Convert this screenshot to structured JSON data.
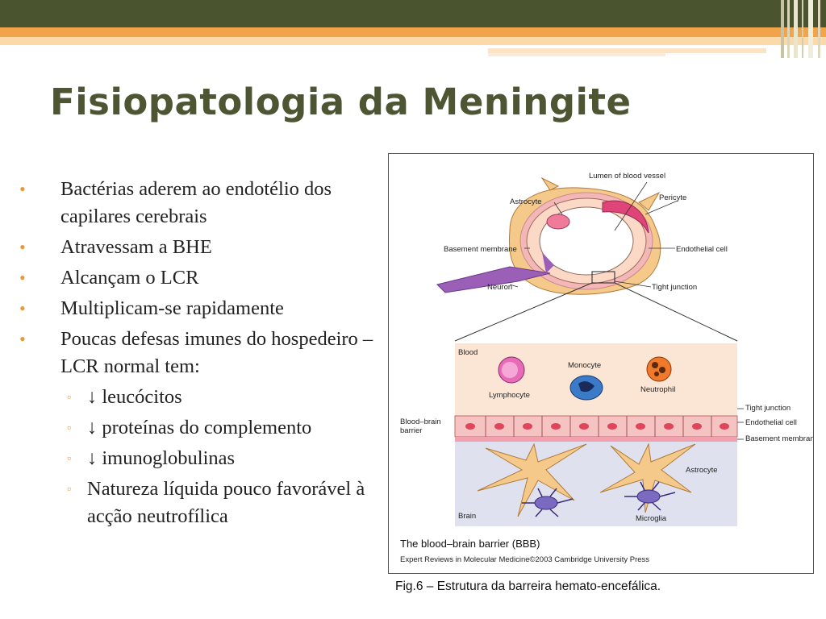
{
  "title": "Fisiopatologia da Meningite",
  "bullets": [
    "Bactérias aderem ao endotélio dos capilares cerebrais",
    "Atravessam a BHE",
    "Alcançam o LCR",
    "Multiplicam-se rapidamente",
    "Poucas defesas imunes do hospedeiro – LCR normal tem:"
  ],
  "sub_bullets": [
    "↓ leucócitos",
    "↓ proteínas do complemento",
    "↓ imunoglobulinas",
    "Natureza líquida pouco favorável à acção neutrofílica"
  ],
  "figure": {
    "labels": {
      "lumen": "Lumen of blood vessel",
      "astrocyte_top": "Astrocyte",
      "pericyte": "Pericyte",
      "basement_membrane_top": "Basement membrane",
      "endothelial_cell_top": "Endothelial cell",
      "neuron": "Neuron",
      "tight_junction_top": "Tight junction",
      "blood": "Blood",
      "monocyte": "Monocyte",
      "lymphocyte": "Lymphocyte",
      "neutrophil": "Neutrophil",
      "tight_junction": "Tight junction",
      "endothelial_cell": "Endothelial cell",
      "basement_membrane": "Basement membrane",
      "bbb_line1": "Blood–brain",
      "bbb_line2": "barrier",
      "astrocyte_bottom": "Astrocyte",
      "brain": "Brain",
      "microglia": "Microglia"
    },
    "footer_title": "The blood–brain barrier (BBB)",
    "credit": "Expert Reviews in Molecular Medicine©2003 Cambridge University Press"
  },
  "caption": "Fig.6 – Estrutura da barreira hemato-encefálica.",
  "colors": {
    "title": "#4d5532",
    "bullet_accent": "#e59a3d",
    "dark_band": "#4a5530",
    "orange_band": "#f2a44a"
  }
}
